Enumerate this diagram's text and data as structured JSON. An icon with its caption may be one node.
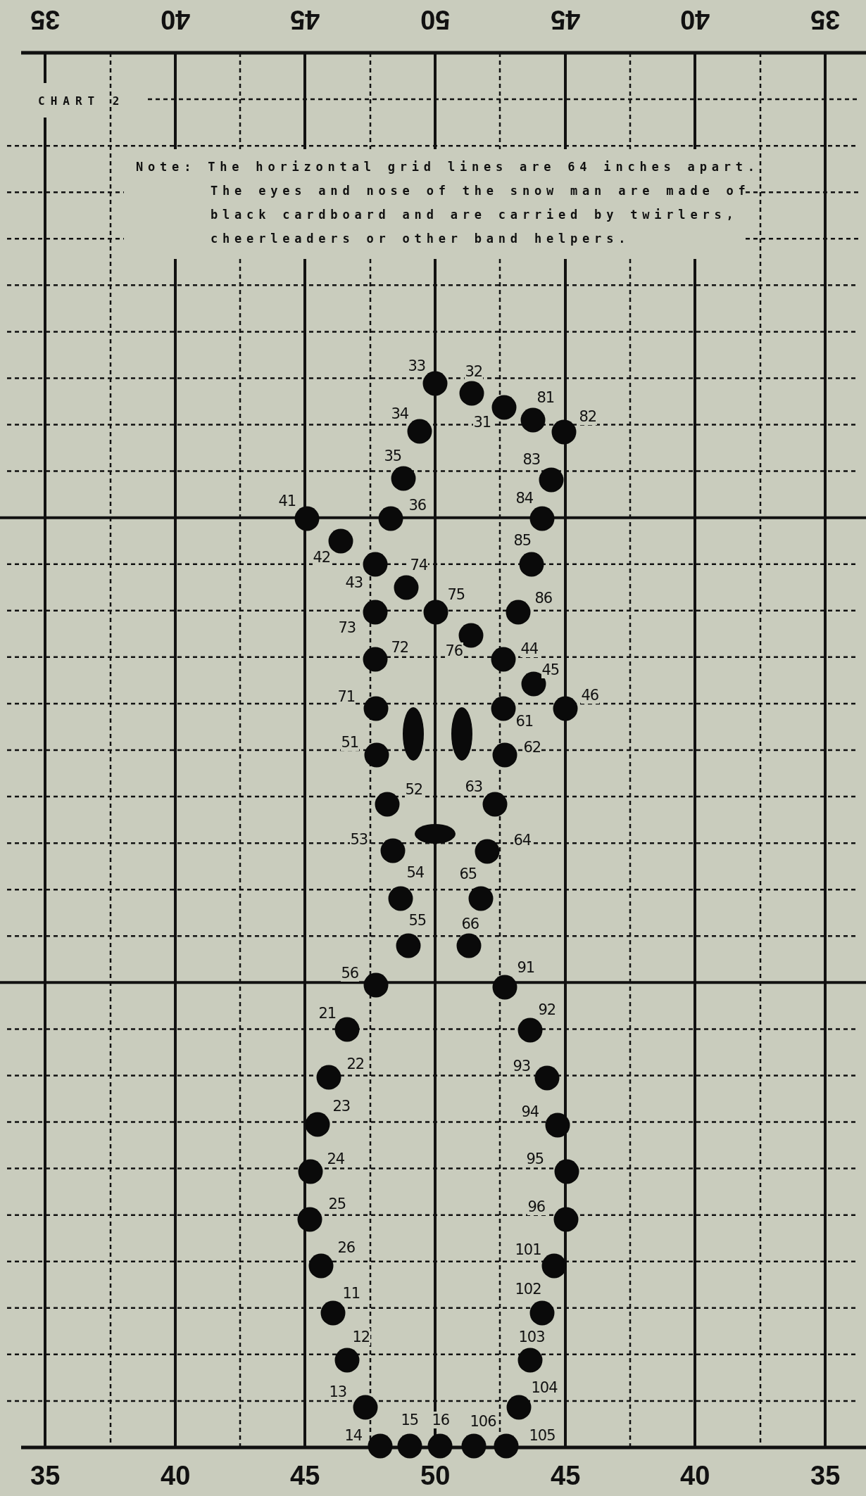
{
  "diagram": {
    "title": "CHART 2",
    "labels": [
      "35",
      "40",
      "45",
      "50",
      "45",
      "40",
      "35",
      "Note: The horizontal grid lines are 64 inches apart. The eyes and nose of the snow man are made of black cardboard and are carried by twirlers, cheerleaders or other band helpers.",
      "33",
      "32",
      "81",
      "34",
      "82",
      "31",
      "35",
      "83",
      "41",
      "36",
      "84",
      "85",
      "42",
      "74",
      "43",
      "75",
      "86",
      "73",
      "72",
      "76",
      "44",
      "45",
      "71",
      "46",
      "61",
      "51",
      "62",
      "52",
      "63",
      "53",
      "64",
      "54",
      "65",
      "55",
      "66",
      "56",
      "91",
      "21",
      "92",
      "22",
      "93",
      "23",
      "94",
      "24",
      "95",
      "25",
      "96",
      "26",
      "101",
      "11",
      "102",
      "12",
      "103",
      "13",
      "104",
      "15",
      "16",
      "106",
      "14",
      "105",
      "35",
      "40",
      "45",
      "50",
      "45",
      "40",
      "35"
    ]
  }
}
